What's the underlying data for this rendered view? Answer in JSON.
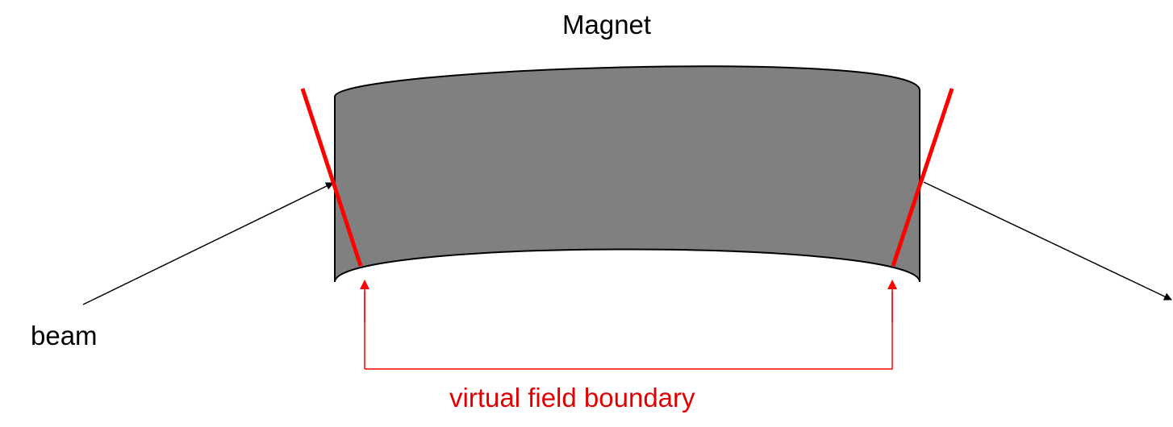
{
  "title": "Magnet",
  "beam_label": "beam",
  "boundary_label": "virtual field boundary",
  "colors": {
    "magnet_fill": "#808080",
    "outline": "#000000",
    "boundary": "#ff0000",
    "beam": "#000000",
    "text": "#000000",
    "boundary_text": "#e00000"
  }
}
